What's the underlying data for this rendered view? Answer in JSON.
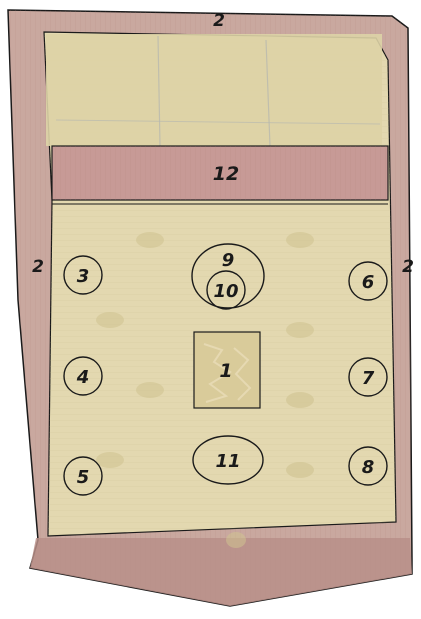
{
  "colors": {
    "background": "#ffffff",
    "border_fabric": "#c9a89f",
    "border_fabric_dark": "#b88f88",
    "panel_fabric": "#ddd3a6",
    "body_fabric": "#e3d8b0",
    "band": "#c79a96",
    "outline": "#1a1a1a",
    "label": "#1a1a1a"
  },
  "labels": {
    "border_top": "2",
    "border_left": "2",
    "border_right": "2",
    "band": "12",
    "center_panel": "1",
    "l3": "3",
    "l4": "4",
    "l5": "5",
    "l6": "6",
    "l7": "7",
    "l8": "8",
    "l9": "9",
    "l10": "10",
    "l11": "11"
  }
}
